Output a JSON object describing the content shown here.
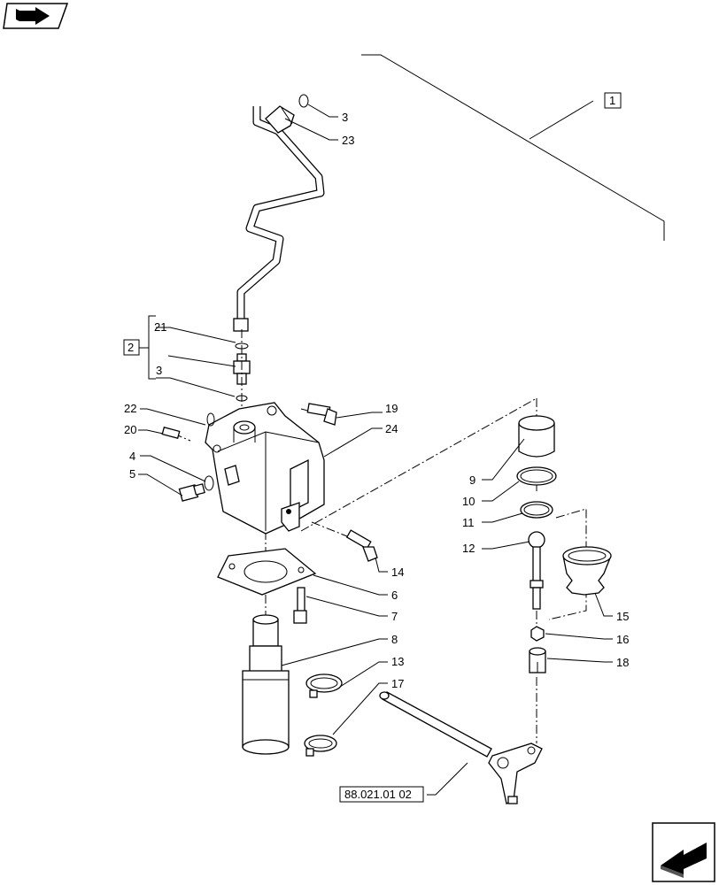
{
  "callouts": [
    {
      "id": "c3a",
      "text": "3"
    },
    {
      "id": "c23",
      "text": "23"
    },
    {
      "id": "c21",
      "text": "21"
    },
    {
      "id": "c3b",
      "text": "3"
    },
    {
      "id": "c22",
      "text": "22"
    },
    {
      "id": "c20",
      "text": "20"
    },
    {
      "id": "c4",
      "text": "4"
    },
    {
      "id": "c5",
      "text": "5"
    },
    {
      "id": "c19",
      "text": "19"
    },
    {
      "id": "c24",
      "text": "24"
    },
    {
      "id": "c9",
      "text": "9"
    },
    {
      "id": "c10",
      "text": "10"
    },
    {
      "id": "c11",
      "text": "11"
    },
    {
      "id": "c12",
      "text": "12"
    },
    {
      "id": "c14",
      "text": "14"
    },
    {
      "id": "c6",
      "text": "6"
    },
    {
      "id": "c7",
      "text": "7"
    },
    {
      "id": "c8",
      "text": "8"
    },
    {
      "id": "c13",
      "text": "13"
    },
    {
      "id": "c17",
      "text": "17"
    },
    {
      "id": "c15",
      "text": "15"
    },
    {
      "id": "c16",
      "text": "16"
    },
    {
      "id": "c18",
      "text": "18"
    }
  ],
  "assembly_box_1": "1",
  "group_box_2": "2",
  "reference_box": "88.021.01 02",
  "icons": {
    "top_left": "book-arrow-icon",
    "bottom_right": "next-page-arrow-icon"
  }
}
